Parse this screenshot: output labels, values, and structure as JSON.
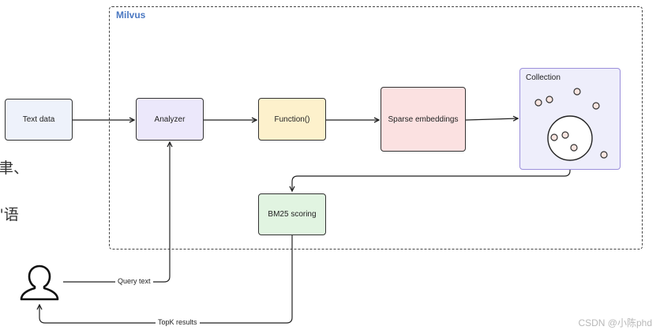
{
  "container": {
    "title": "Milvus"
  },
  "nodes": {
    "text_data": "Text data",
    "analyzer": "Analyzer",
    "function": "Function()",
    "sparse_embeddings": "Sparse embeddings",
    "collection": "Collection",
    "bm25_scoring": "BM25 scoring"
  },
  "edge_labels": {
    "query_text": "Query text",
    "topk_results": "TopK results"
  },
  "side_text": {
    "line1": "聿、",
    "line2": "\"语"
  },
  "watermark": "CSDN @小陈phd",
  "colors": {
    "text_data_fill": "#eef2fb",
    "analyzer_fill": "#ece8fb",
    "function_fill": "#fdf1cc",
    "sparse_fill": "#fbe1e1",
    "collection_fill": "#eeeefb",
    "collection_border": "#9b8fdb",
    "bm25_fill": "#e1f4e1",
    "frame_title": "#4a78c2",
    "dot_fill": "#fae5e0"
  },
  "icons": {
    "user": "user-icon"
  }
}
